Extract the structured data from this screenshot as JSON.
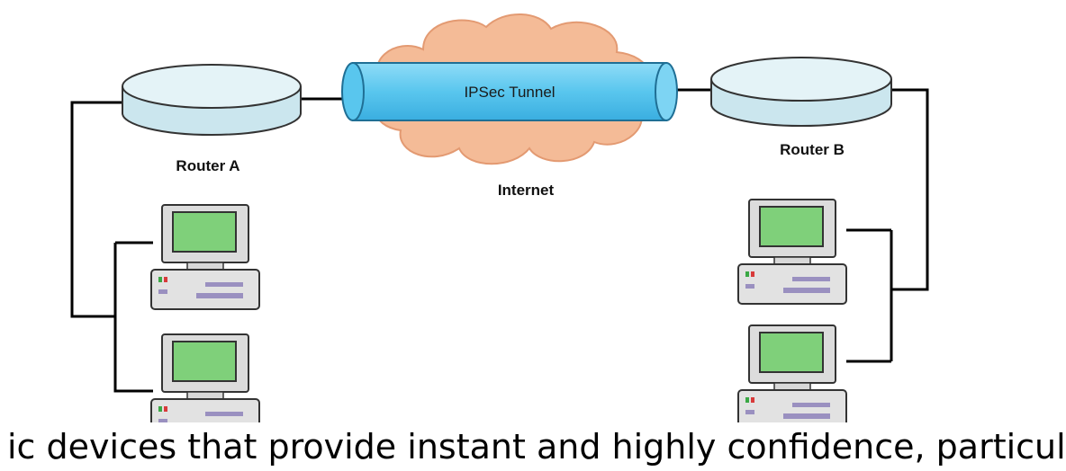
{
  "diagram": {
    "routers": {
      "a": "Router A",
      "b": "Router B"
    },
    "tunnel": "IPSec Tunnel",
    "cloud": "Internet",
    "icons": {
      "router": "router-icon",
      "computer": "computer-icon",
      "cloud": "cloud-icon"
    },
    "colors": {
      "router_fill": "#d6ecf2",
      "tunnel_fill": "#59c6ee",
      "cloud_fill": "#f4bb97",
      "monitor_screen": "#7fd07a",
      "cable": "#000000"
    }
  },
  "caption": "ic devices that provide instant and highly confidence, particularly"
}
